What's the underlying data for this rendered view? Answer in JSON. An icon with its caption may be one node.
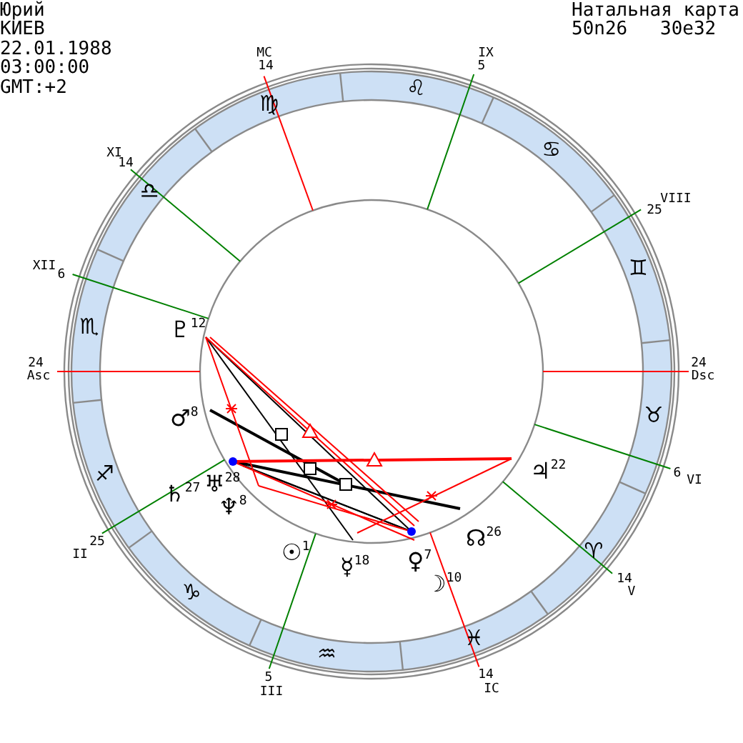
{
  "diagram": {
    "title": "Натальная карта",
    "labels": [
      "Юрий",
      "КИЕВ",
      "22.01.1988",
      "03:00:00",
      "GMT:+2",
      "50n26",
      "30e32",
      "MC",
      "14",
      "IX",
      "5",
      "♌",
      "♍",
      "♋",
      "XI",
      "14",
      "♎",
      "VIII",
      "25",
      "XII",
      "6",
      "♊",
      "♇$^{12}$",
      "♏",
      "24",
      "Asc",
      "24",
      "Dsc",
      "♉",
      "♂$^{8}$",
      "♃$^{22}$",
      "6",
      "VI",
      "♐",
      "♄$^{27}$",
      "♅$^{28}$",
      "♆$^{8}$",
      "☊$^{26}$",
      "25",
      "II",
      "☉$^{1}$",
      "♀$^{7}$",
      "☿$^{18}$",
      "☽$^{10}$",
      "♈",
      "14",
      "V",
      "♑",
      "♓",
      "♒",
      "5",
      "III",
      "14",
      "IC"
    ]
  }
}
